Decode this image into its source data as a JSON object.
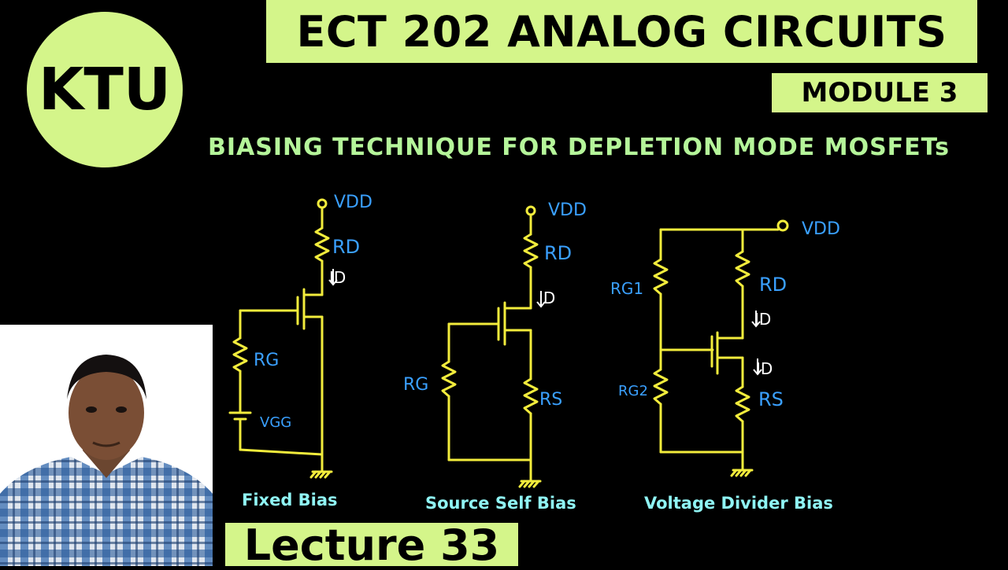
{
  "title": "ECT 202 ANALOG CIRCUITS",
  "module": "MODULE 3",
  "logo": "KTU",
  "subtitle": "BIASING TECHNIQUE FOR DEPLETION MODE MOSFETs",
  "lecture": "Lecture 33",
  "colors": {
    "accent": "#d4f58a",
    "wire": "#f2ec3c",
    "label": "#3aa0ff",
    "caption": "#8ff4f4",
    "subtitle": "#b5f59a"
  },
  "circuits": {
    "fixed": {
      "caption": "Fixed Bias",
      "vdd": "VDD",
      "rd": "RD",
      "id": "ID",
      "rg": "RG",
      "vgg": "VGG"
    },
    "self": {
      "caption": "Source Self Bias",
      "vdd": "VDD",
      "rd": "RD",
      "id": "ID",
      "rg": "RG",
      "rs": "RS"
    },
    "divider": {
      "caption": "Voltage Divider Bias",
      "vdd": "VDD",
      "rd": "RD",
      "id1": "ID",
      "id2": "ID",
      "rg1": "RG1",
      "rg2": "RG2",
      "rs": "RS"
    }
  }
}
